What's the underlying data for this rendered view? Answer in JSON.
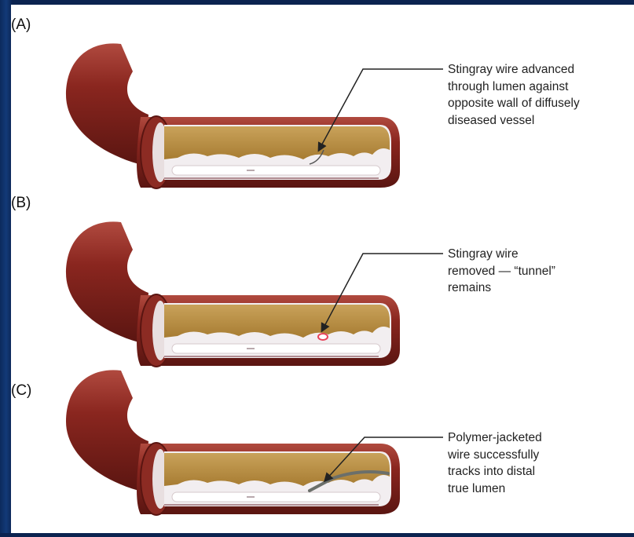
{
  "panels": [
    {
      "label": "(A)",
      "caption_lines": [
        "Stingray wire advanced",
        "through lumen against",
        "opposite wall of diffusely",
        "diseased vessel"
      ]
    },
    {
      "label": "(B)",
      "caption_lines": [
        "Stingray wire",
        "removed — “tunnel”",
        "remains"
      ]
    },
    {
      "label": "(C)",
      "caption_lines": [
        "Polymer-jacketed",
        "wire successfully",
        "tracks into distal",
        "true lumen"
      ]
    }
  ],
  "colors": {
    "vessel_wall": "#7e1f1a",
    "vessel_highlight": "#b64a40",
    "plaque": "#b58b3c",
    "lumen": "#f2eef0",
    "background_blue": "#0c2a5c"
  }
}
